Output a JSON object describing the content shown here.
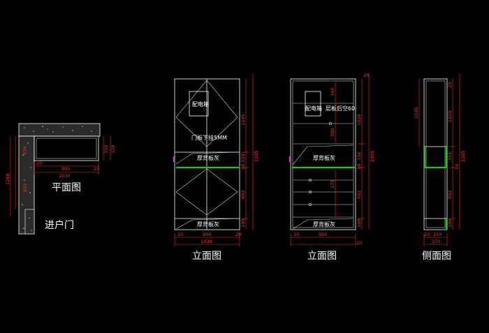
{
  "views": {
    "plan": {
      "title": "平面图",
      "entrance": "进户门"
    },
    "front1": {
      "title": "立面图",
      "box": "配电箱",
      "note": "门板下挂5MM",
      "back1": "厚背板灰",
      "back2": "厚背板灰"
    },
    "front2": {
      "title": "立面图",
      "box": "配电箱",
      "note": "层板后空60",
      "back1": "厚背板灰",
      "back2": "厚背板灰"
    },
    "side": {
      "title": "侧面图"
    }
  },
  "dims": {
    "plan": {
      "a": "20",
      "b": "990",
      "c": "20",
      "total": "1030",
      "d1": "350",
      "d2": "370",
      "h1": "1265",
      "h2": "892",
      "h3": "470"
    },
    "front1": {
      "a": "20",
      "b": "990",
      "c": "20",
      "total": "1030",
      "v1": "1245",
      "v2": "350",
      "v3": "18",
      "v4": "892",
      "v5": "180",
      "overall": "2395"
    },
    "front2": {
      "a": "20",
      "b": "990",
      "c": "20",
      "v0": "20",
      "v1": "1020",
      "v2": "356",
      "v3": "18",
      "v4": "892",
      "v5": "180",
      "overall": "2395",
      "i1": "348",
      "i2": "300",
      "i3": "175"
    },
    "side": {
      "a": "20",
      "b": "350",
      "total": "370",
      "v1": "1245",
      "v2": "1020",
      "v3": "355",
      "v4": "18",
      "v5": "892",
      "v6": "180",
      "overall": "2395",
      "top": "20"
    }
  },
  "colors": {
    "background": "#000000",
    "line": "#ffffff",
    "dimension": "#ff2a2a",
    "shelf": "#22c322",
    "marker": "#d040d0"
  }
}
